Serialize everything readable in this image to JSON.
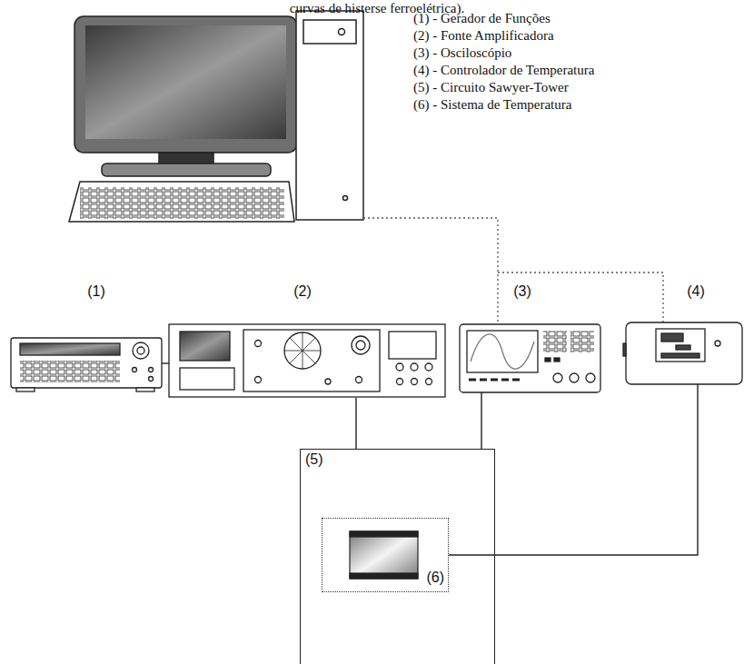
{
  "diagram": {
    "nodes": [
      {
        "text": [
          "(1)"
        ]
      },
      {
        "text": [
          "(2)"
        ]
      },
      {
        "text": [
          "(3)"
        ]
      },
      {
        "text": [
          "(4)"
        ]
      },
      {
        "text": [
          "(5)"
        ]
      },
      {
        "text": [
          "(6)"
        ],
        "in": 4
      }
    ],
    "edges": [
      {
        "from": 0,
        "to": 1,
        "arrow": "none"
      },
      {
        "from": 1,
        "to": 4,
        "arrow": "none"
      },
      {
        "from": 2,
        "to": 4,
        "arrow": "none"
      },
      {
        "from": 3,
        "to": 5,
        "arrow": "none"
      }
    ],
    "labels": [
      "curvas de histerse ferroelétrica).",
      "(1) - Gerador de Funções",
      "(2) - Fonte Amplificadora",
      "(3) - Osciloscópio",
      "(4) - Controlador de Temperatura",
      "(5) - Circuito Sawyer-Tower",
      "(6) - Sistema de Temperatura"
    ]
  }
}
